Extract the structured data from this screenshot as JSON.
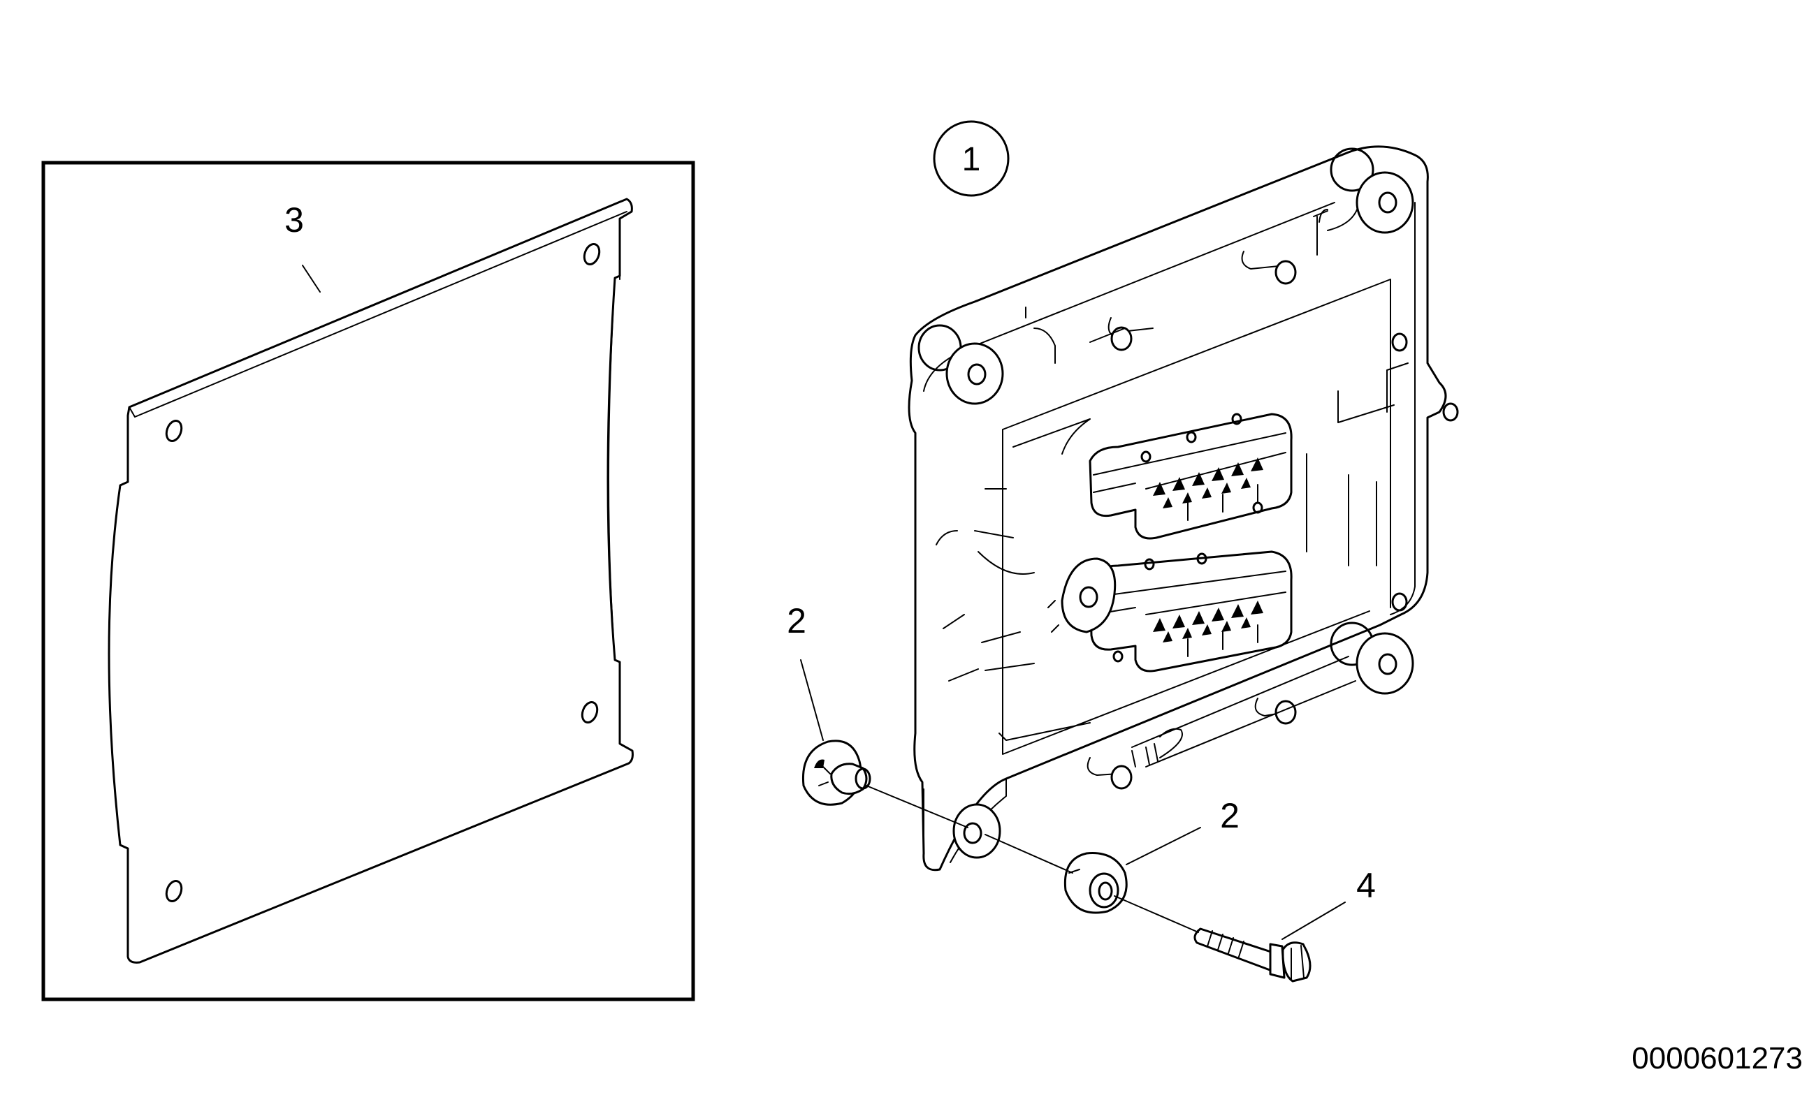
{
  "callouts": {
    "item_1": "1",
    "item_2_upper": "2",
    "item_2_lower": "2",
    "item_3": "3",
    "item_4": "4"
  },
  "figure_id": "0000601273"
}
